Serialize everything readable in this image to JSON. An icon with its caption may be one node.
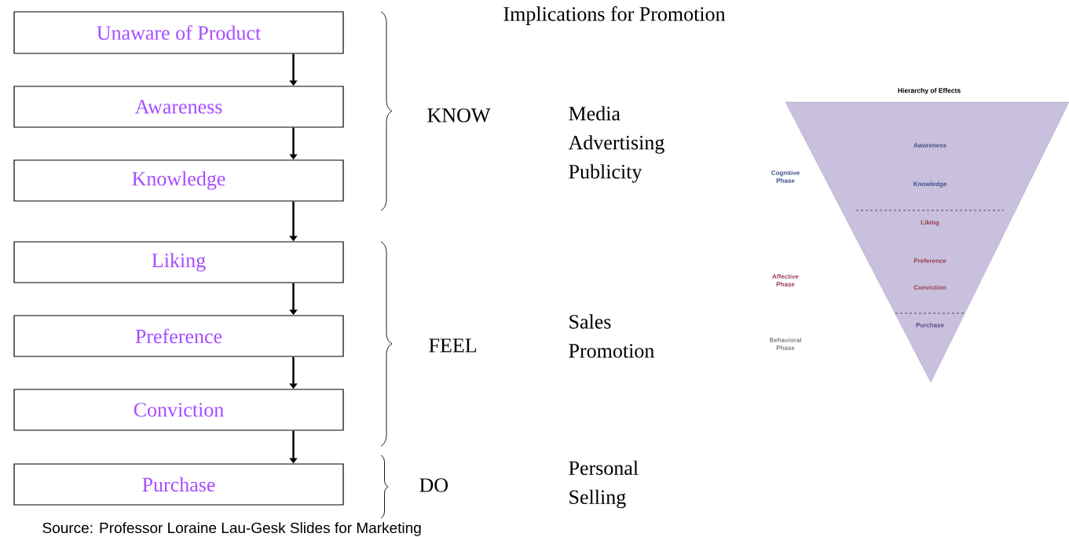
{
  "diagram": {
    "title": "Implications for Promotion",
    "caption": "Source: Professor Loraine Lau-Gesk Slides for Marketing",
    "nodes": [
      {
        "text": [
          "Unaware of Product"
        ]
      },
      {
        "text": [
          "Awareness"
        ]
      },
      {
        "text": [
          "Knowledge"
        ]
      },
      {
        "text": [
          "Liking"
        ]
      },
      {
        "text": [
          "Preference"
        ]
      },
      {
        "text": [
          "Conviction"
        ]
      },
      {
        "text": [
          "Purchase"
        ]
      },
      {
        "text": [
          "Hierarchy of Effects",
          "Awareness",
          "Knowledge",
          "Liking",
          "Preference",
          "Conviction",
          "Purchase"
        ]
      }
    ],
    "edges": [
      {
        "from": 0,
        "to": 1,
        "arrow": "to"
      },
      {
        "from": 1,
        "to": 2,
        "arrow": "to"
      },
      {
        "from": 2,
        "to": 3,
        "arrow": "to"
      },
      {
        "from": 3,
        "to": 4,
        "arrow": "to"
      },
      {
        "from": 4,
        "to": 5,
        "arrow": "to"
      },
      {
        "from": 5,
        "to": 6,
        "arrow": "to"
      }
    ],
    "labels": [
      "KNOW",
      "Media Advertising Publicity",
      "FEEL",
      "Sales Promotion",
      "DO",
      "Personal Selling",
      "Cognitive Phase",
      "Affective Phase",
      "Behavioral Phase"
    ]
  }
}
